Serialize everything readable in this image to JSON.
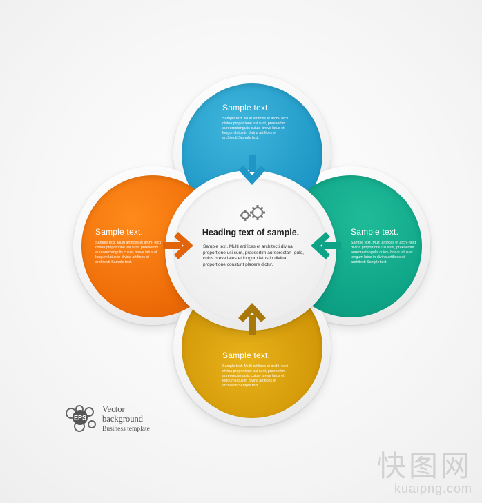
{
  "top": {
    "title": "Sample text.",
    "body": "Sample text. Multi artifices et archi- tecti divina proportione usi sunt, praesertim aureorectangulis cuius- breve latus et longum latus in divina artifices et architecti Sample text.",
    "color": "#1e97c6"
  },
  "left": {
    "title": "Sample text.",
    "body": "Sample text. Multi artifices et archi- tecti divina proportione usi sunt, praesertim aureorectangulis cuius- breve latus et longum latus in divina artifices et architecti Sample text.",
    "color": "#ee6c08"
  },
  "right": {
    "title": "Sample text.",
    "body": "Sample text. Multi artifices et archi- tecti divina proportione usi sunt, praesertim aureorectangulis cuius- breve latus et longum latus in divina artifices et architecti Sample text.",
    "color": "#0ea386"
  },
  "bottom": {
    "title": "Sample text.",
    "body": "Sample text. Multi artifices et archi- tecti divina proportione usi sunt, praesertim aureorectangulis cuius- breve latus et longum latus in divina artifices et architecti Sample text.",
    "color": "#d39808"
  },
  "center": {
    "heading": "Heading text of sample.",
    "body": "Sample text. Multi artifices et architecti divina proportione usi sunt, praesertim aureorectan- gulo, cuius breve latus et longum latus in divina proportione constunt placere dictur.",
    "icon": "gears-icon"
  },
  "badge": {
    "logo_text": "EPS",
    "line1": "Vector",
    "line2": "background",
    "line3": "Business template"
  },
  "watermark": {
    "cn": "快图网",
    "url": "kuaipng.com"
  }
}
